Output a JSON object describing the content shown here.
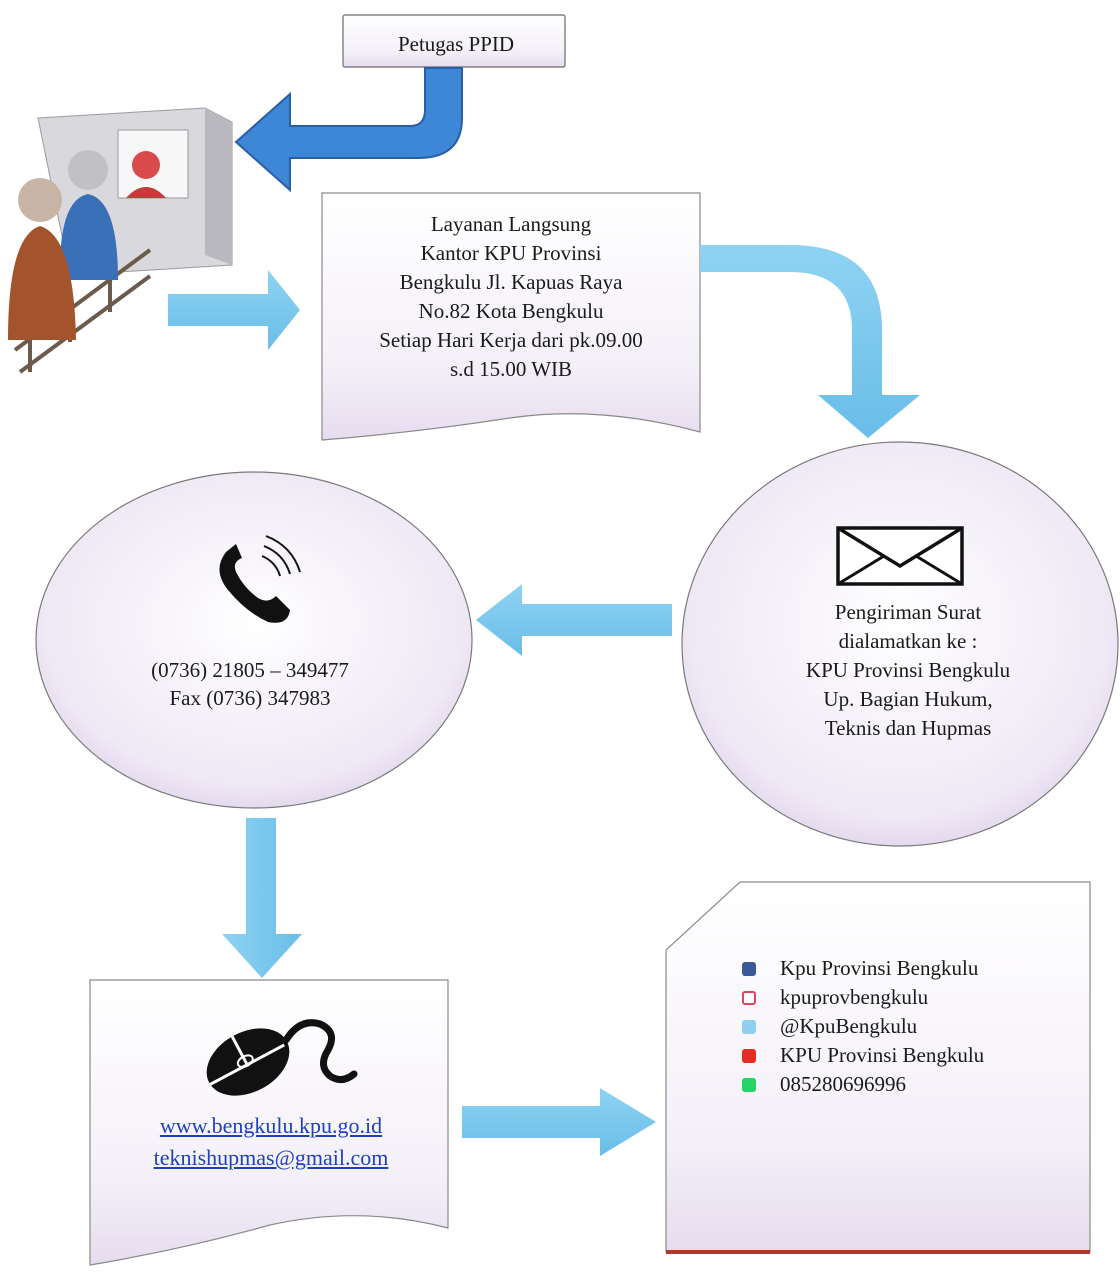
{
  "petugas": {
    "label": "Petugas PPID"
  },
  "office": {
    "lines": [
      "Layanan Langsung",
      "Kantor  KPU Provinsi",
      "Bengkulu Jl. Kapuas Raya",
      "No.82 Kota Bengkulu",
      "Setiap Hari Kerja dari pk.09.00",
      "s.d 15.00 WIB"
    ]
  },
  "mail": {
    "icon": "envelope-icon",
    "lines": [
      "Pengiriman Surat",
      "dialamatkan ke :",
      "KPU Provinsi Bengkulu",
      "Up. Bagian Hukum,",
      "Teknis dan Hupmas"
    ]
  },
  "phone": {
    "icon": "telephone-icon",
    "lines": [
      "(0736) 21805 – 349477",
      "Fax (0736) 347983"
    ]
  },
  "web": {
    "icon": "computer-mouse-icon",
    "website": "www.bengkulu.kpu.go.id",
    "email": "teknishupmas@gmail.com"
  },
  "social": [
    {
      "icon": "facebook-icon",
      "color": "#3b5998",
      "text": "Kpu Provinsi Bengkulu"
    },
    {
      "icon": "instagram-icon",
      "color": "#e4405f",
      "text": "kpuprovbengkulu"
    },
    {
      "icon": "twitter-icon",
      "color": "#8fd0f0",
      "text": "@KpuBengkulu"
    },
    {
      "icon": "youtube-icon",
      "color": "#e52d27",
      "text": "KPU Provinsi Bengkulu"
    },
    {
      "icon": "whatsapp-icon",
      "color": "#25d366",
      "text": "085280696996"
    }
  ],
  "colors": {
    "arrow_blue": "#7ec8ee",
    "arrow_dark_blue": "#3e86d6",
    "shape_fill": "#f1ecf6",
    "link": "#1f3fbf"
  }
}
